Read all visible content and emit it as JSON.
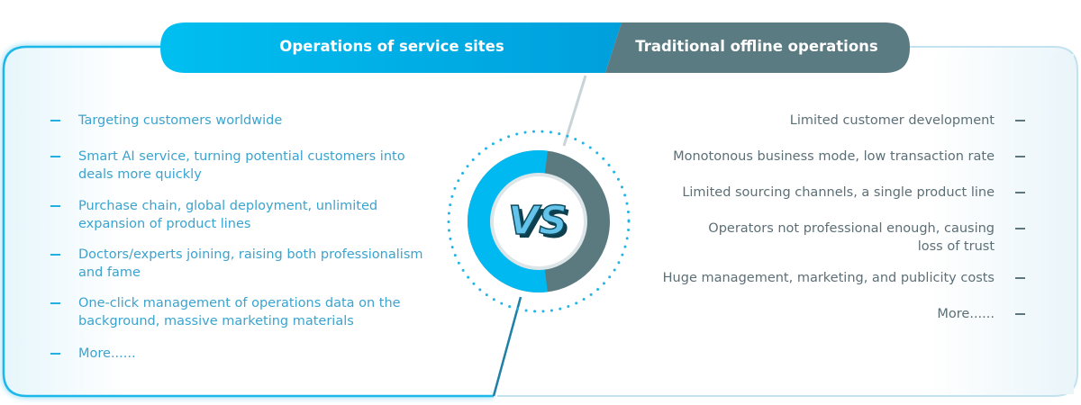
{
  "left": {
    "title": "Operations of service sites",
    "items": [
      "Targeting customers worldwide",
      "Smart AI service, turning potential customers into deals more quickly",
      "Purchase chain, global deployment, unlimited expansion of product lines",
      "Doctors/experts joining, raising both professionalism and fame",
      "One-click management of operations data on the background, massive marketing materials",
      "More......"
    ]
  },
  "right": {
    "title": "Traditional offline operations",
    "items": [
      "Limited customer development",
      "Monotonous business mode, low transaction rate",
      "Limited sourcing channels, a single product line",
      "Operators not professional enough, causing loss of trust",
      "Huge management, marketing, and publicity costs",
      "More......"
    ]
  },
  "center": {
    "badge": "VS"
  },
  "colors": {
    "cyan": "#00aee8",
    "cyan_light": "#27c0f3",
    "slate": "#5a7a80",
    "panel_border_left": "#1db8ea",
    "panel_border_right": "#c0e0ee",
    "text_left": "#3aa3cf",
    "text_right": "#5c6f76"
  },
  "ring": {
    "left_fraction": 0.54
  }
}
